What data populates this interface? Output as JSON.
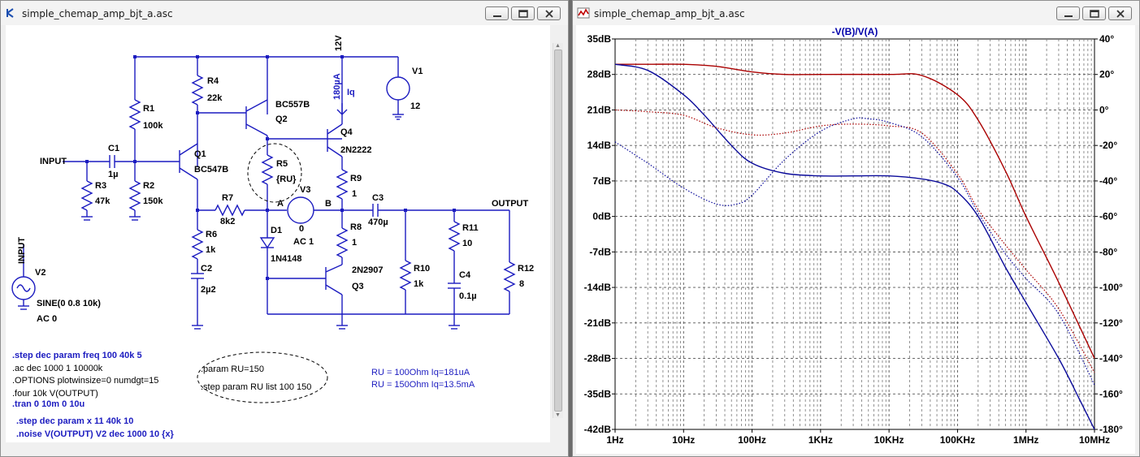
{
  "schematic_window": {
    "title": "simple_chemap_amp_bjt_a.asc",
    "labels": {
      "v12": "12V",
      "v1": "V1",
      "v1_val": "12",
      "iq_val": "180µA",
      "iq": "Iq",
      "r4": "R4",
      "r4_val": "22k",
      "r1": "R1",
      "r1_val": "100k",
      "q2": "BC557B",
      "q2_ref": "Q2",
      "q4": "Q4",
      "q4_model": "2N2222",
      "input": "INPUT",
      "c1": "C1",
      "c1_val": "1µ",
      "q1": "Q1",
      "q1_model": "BC547B",
      "r5": "R5",
      "r5_val": "{RU}",
      "r9": "R9",
      "r9_val": "1",
      "r3": "R3",
      "r3_val": "47k",
      "r2": "R2",
      "r2_val": "150k",
      "r7": "R7",
      "r7_val": "8k2",
      "node_a": "A",
      "v3": "V3",
      "node_b": "B",
      "c3": "C3",
      "c3_val": "470µ",
      "output": "OUTPUT",
      "v3_dc": "0",
      "v3_ac": "AC 1",
      "r11": "R11",
      "r11_val": "10",
      "d1": "D1",
      "r8": "R8",
      "r8_val": "1",
      "r6": "R6",
      "r6_val": "1k",
      "d1_model": "1N4148",
      "q3_model": "2N2907",
      "r10": "R10",
      "r10_val": "1k",
      "r12": "R12",
      "r12_val": "8",
      "c2": "C2",
      "c2_val": "2µ2",
      "c4": "C4",
      "c4_val": "0.1µ",
      "q3": "Q3",
      "input_v2": "INPUT",
      "v2": "V2",
      "v2_val": "SINE(0 0.8 10k)",
      "v2_ac": "AC 0"
    },
    "directives": [
      ".step dec param freq 100 40k 5",
      ".ac dec 1000 1 10000k",
      ".OPTIONS plotwinsize=0 numdgt=15",
      ".four 10k V(OUTPUT)",
      ".tran 0 10m 0 10u",
      ".step dec param x 11 40k 10",
      ".noise V(OUTPUT) V2 dec 1000 10 {x}"
    ],
    "param_box": [
      ".param RU=150",
      ".step param RU list 100 150"
    ],
    "notes": [
      "RU = 100Ohm Iq=181uA",
      "RU = 150Ohm Iq=13.5mA"
    ]
  },
  "plot_window": {
    "title": "simple_chemap_amp_bjt_a.asc",
    "colors": {
      "red": "#aa0000",
      "blue": "#0a0a9a",
      "trace_title": "#0000aa"
    }
  },
  "chart_data": {
    "type": "line",
    "title": "-V(B)/V(A)",
    "x_scale": "log",
    "x_range": [
      1,
      10000000
    ],
    "x_ticks": [
      "1Hz",
      "10Hz",
      "100Hz",
      "1KHz",
      "10KHz",
      "100KHz",
      "1MHz",
      "10MHz"
    ],
    "y_left_range_db": [
      -42,
      35
    ],
    "y_left_ticks": [
      "35dB",
      "28dB",
      "21dB",
      "14dB",
      "7dB",
      "0dB",
      "-7dB",
      "-14dB",
      "-21dB",
      "-28dB",
      "-35dB",
      "-42dB"
    ],
    "y_right_range_deg": [
      -180,
      40
    ],
    "y_right_ticks": [
      "40°",
      "20°",
      "0°",
      "-20°",
      "-40°",
      "-60°",
      "-80°",
      "-100°",
      "-120°",
      "-140°",
      "-160°",
      "-180°"
    ],
    "grid": true,
    "series": [
      {
        "color": "#aa0000",
        "line": "solid",
        "axis": "left",
        "x": [
          1,
          3,
          10,
          30,
          100,
          300,
          1000,
          10000,
          30000,
          100000,
          200000,
          500000,
          1000000,
          3000000,
          10000000
        ],
        "values": [
          30,
          30,
          30,
          29.6,
          28.5,
          28,
          28,
          28,
          27.8,
          24,
          19,
          9,
          0,
          -13,
          -28
        ]
      },
      {
        "color": "#0a0a9a",
        "line": "solid",
        "axis": "left",
        "x": [
          1,
          3,
          10,
          20,
          50,
          100,
          300,
          1000,
          3000,
          10000,
          30000,
          60000,
          100000,
          200000,
          500000,
          1000000,
          3000000,
          6000000,
          10000000
        ],
        "values": [
          30,
          28.8,
          24,
          20,
          14,
          10.5,
          8.5,
          8,
          8,
          8,
          7.4,
          6.5,
          4.8,
          0,
          -10,
          -17,
          -28,
          -36,
          -45
        ]
      },
      {
        "color": "#aa0000",
        "line": "dotted",
        "axis": "right",
        "x": [
          1,
          3,
          10,
          30,
          100,
          300,
          1000,
          3000,
          10000,
          30000,
          100000,
          200000,
          500000,
          1000000,
          3000000,
          10000000
        ],
        "values": [
          0,
          -1,
          -3,
          -10,
          -14,
          -13,
          -9,
          -8,
          -9,
          -13,
          -36,
          -56,
          -76,
          -90,
          -112,
          -148
        ]
      },
      {
        "color": "#0a0a9a",
        "line": "dotted",
        "axis": "right",
        "x": [
          1,
          3,
          10,
          30,
          60,
          100,
          300,
          1000,
          3000,
          5000,
          10000,
          30000,
          100000,
          200000,
          500000,
          1000000,
          3000000,
          10000000
        ],
        "values": [
          -18,
          -30,
          -44,
          -53,
          -53,
          -48,
          -28,
          -12,
          -5,
          -5,
          -7,
          -15,
          -38,
          -58,
          -81,
          -95,
          -115,
          -155
        ]
      }
    ]
  }
}
